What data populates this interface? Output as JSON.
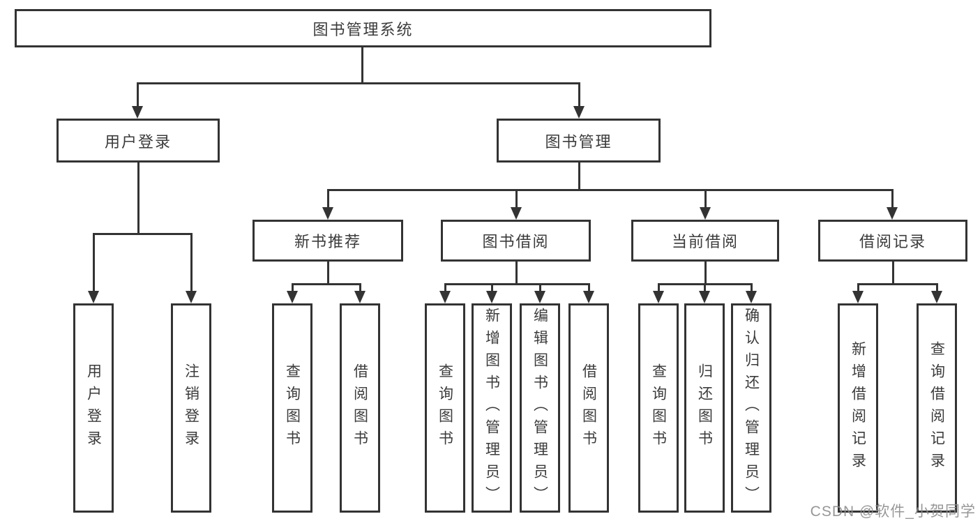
{
  "nodes": {
    "root": "图书管理系统",
    "user_login": "用户登录",
    "book_management": "图书管理",
    "new_book_recommend": "新书推荐",
    "book_borrowing": "图书借阅",
    "current_borrowing": "当前借阅",
    "borrowing_records": "借阅记录",
    "leaf_user_login": "用户登录",
    "leaf_logout": "注销登录",
    "leaf_query_books_1": "查询图书",
    "leaf_borrow_books_1": "借阅图书",
    "leaf_query_books_2": "查询图书",
    "leaf_add_book_admin": "新增图书（管理员）",
    "leaf_edit_book_admin": "编辑图书（管理员）",
    "leaf_borrow_books_2": "借阅图书",
    "leaf_query_books_3": "查询图书",
    "leaf_return_book": "归还图书",
    "leaf_confirm_return_admin": "确认归还（管理员）",
    "leaf_add_borrow_record": "新增借阅记录",
    "leaf_query_borrow_record": "查询借阅记录"
  },
  "hierarchy": {
    "图书管理系统": [
      "用户登录",
      "图书管理"
    ],
    "用户登录": [
      "用户登录",
      "注销登录"
    ],
    "图书管理": [
      "新书推荐",
      "图书借阅",
      "当前借阅",
      "借阅记录"
    ],
    "新书推荐": [
      "查询图书",
      "借阅图书"
    ],
    "图书借阅": [
      "查询图书",
      "新增图书（管理员）",
      "编辑图书（管理员）",
      "借阅图书"
    ],
    "当前借阅": [
      "查询图书",
      "归还图书",
      "确认归还（管理员）"
    ],
    "借阅记录": [
      "新增借阅记录",
      "查询借阅记录"
    ]
  },
  "watermark": "CSDN @软件_小贺同学",
  "colors": {
    "line": "#333333",
    "text": "#3b3b3b",
    "background": "#ffffff",
    "watermark": "#8c8c8c"
  }
}
